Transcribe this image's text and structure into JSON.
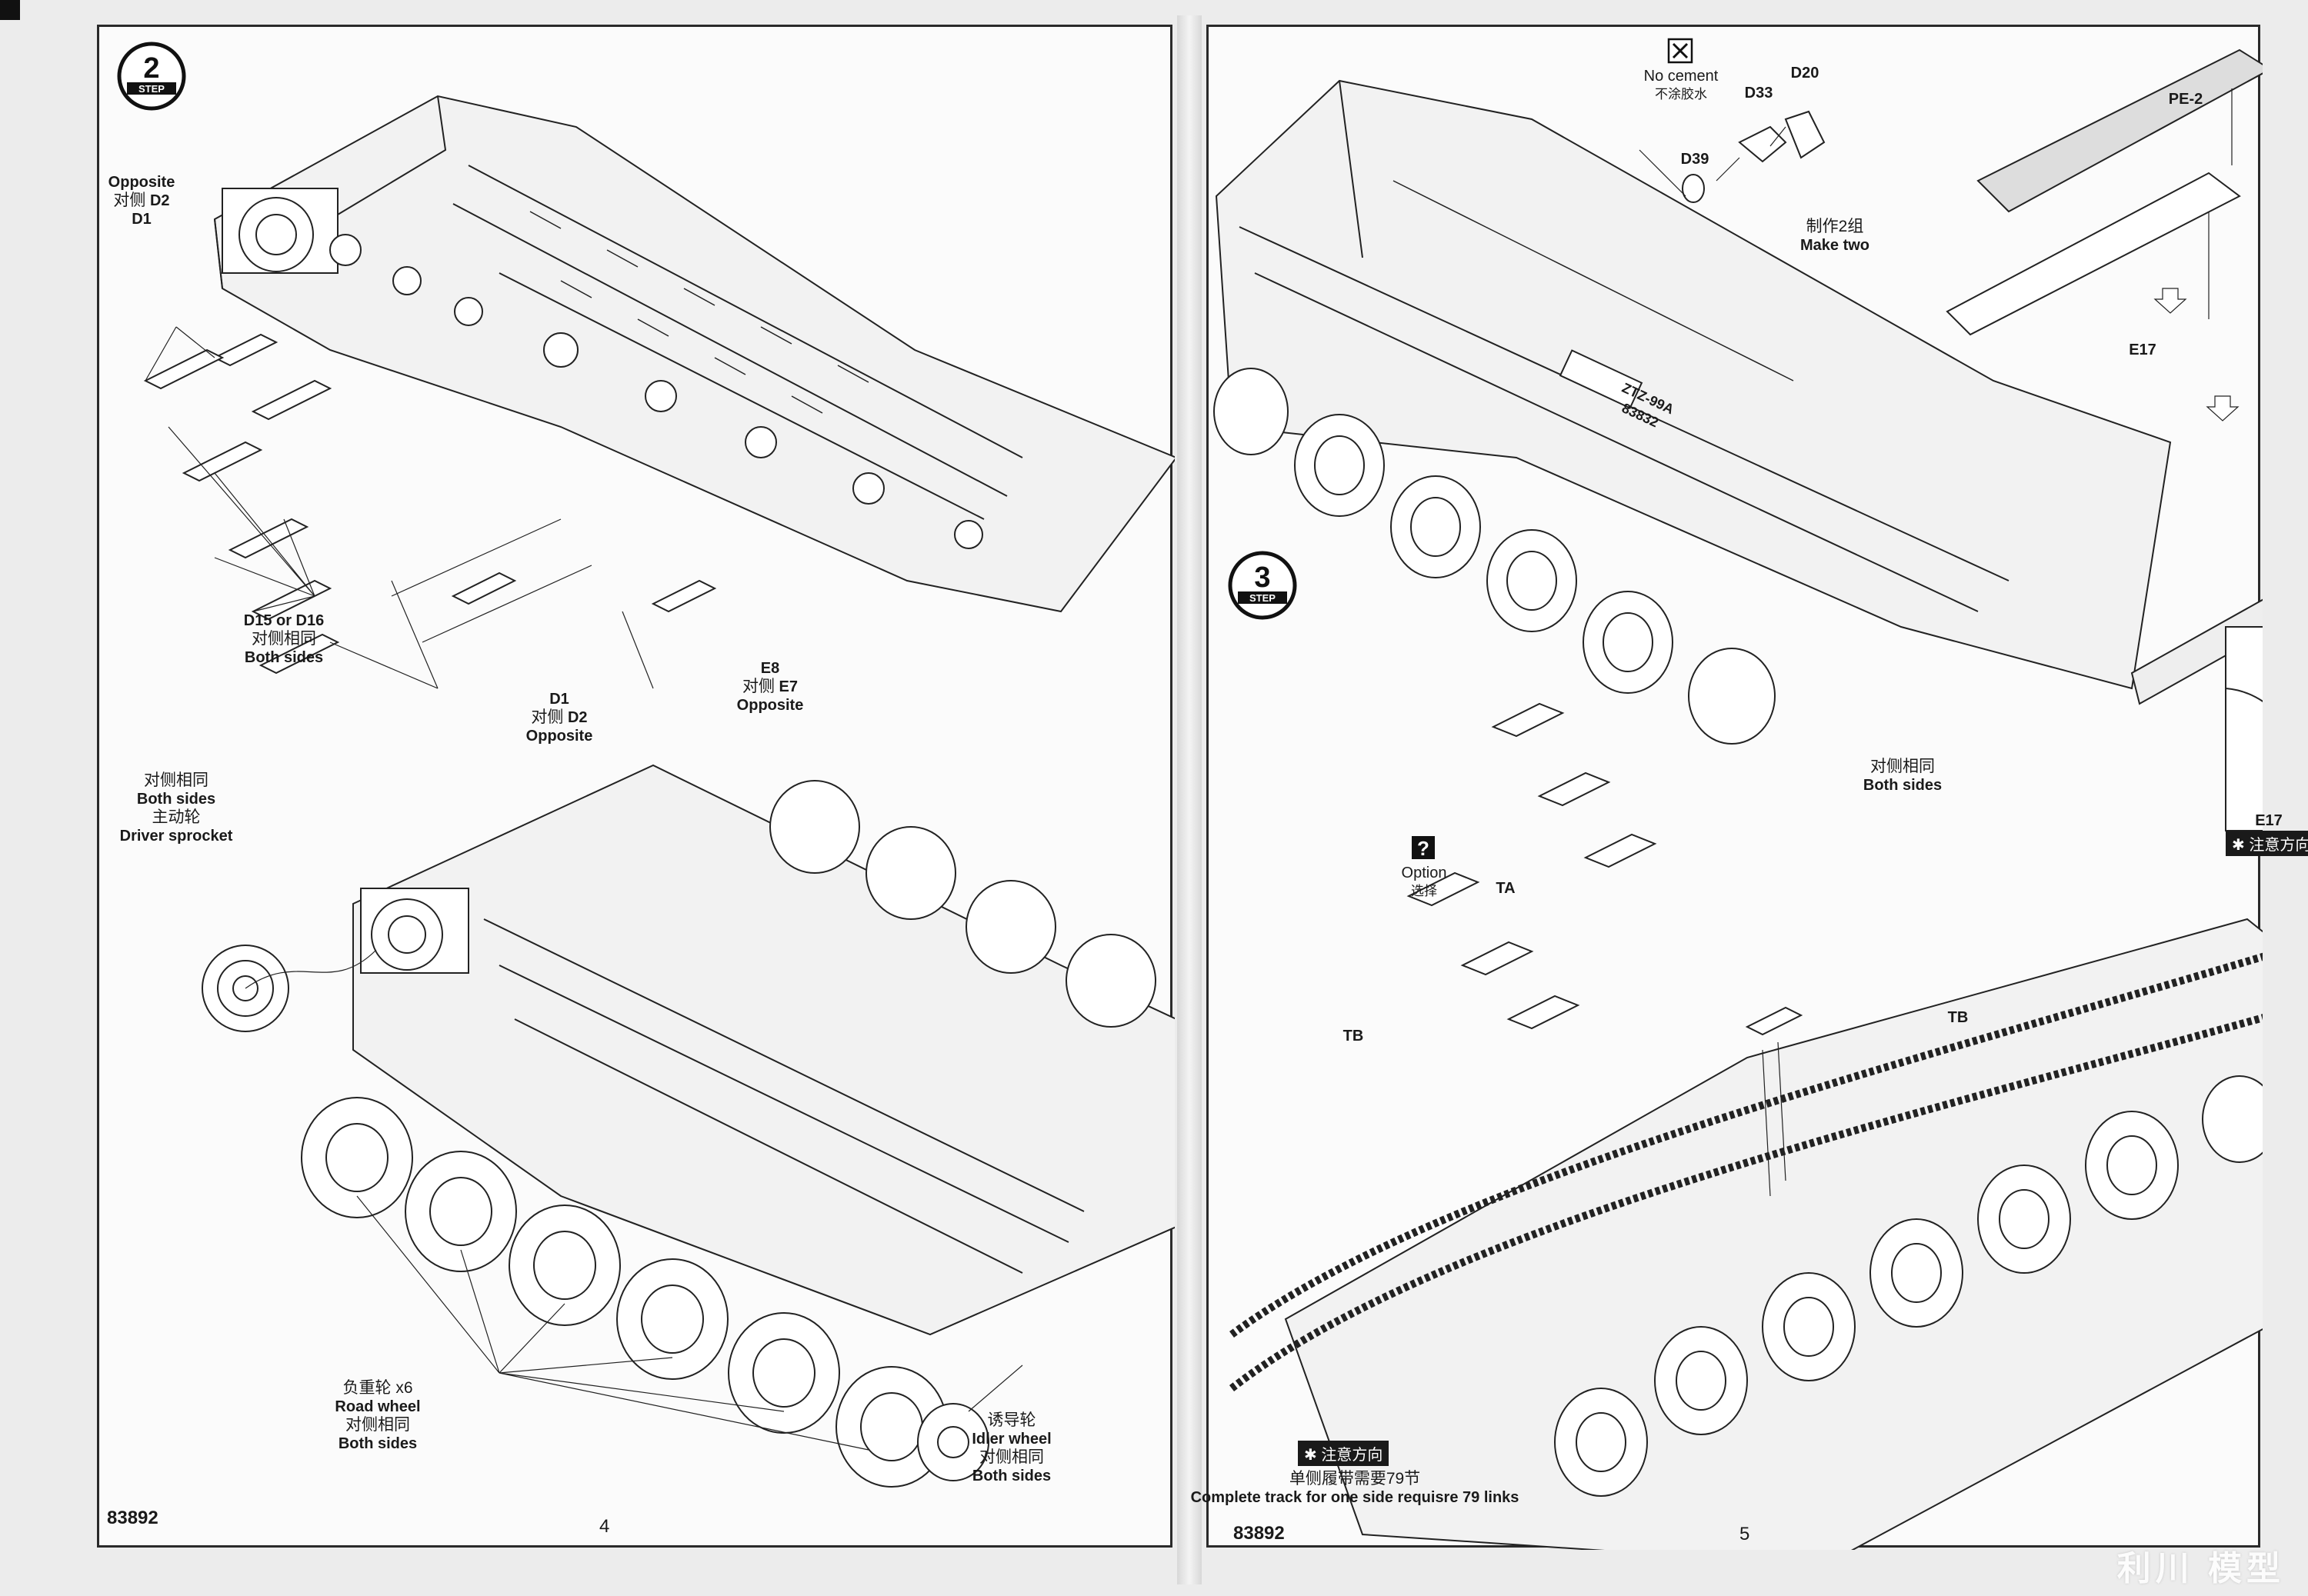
{
  "left_page": {
    "step_number": "2",
    "step_label": "STEP",
    "page_code": "83892",
    "page_number": "4",
    "callouts": {
      "opposite_d2": {
        "en": "Opposite",
        "zh": "对侧",
        "part": "D2",
        "part_b": "D1"
      },
      "d15_d16": {
        "part": "D15 or D16",
        "zh": "对侧相同",
        "en": "Both sides"
      },
      "d1_d2": {
        "part": "D1",
        "zh": "对侧",
        "part_b": "D2",
        "en": "Opposite"
      },
      "e8_e7": {
        "part": "E8",
        "zh": "对侧",
        "part_b": "E7",
        "en": "Opposite"
      },
      "driver_sprocket": {
        "zh1": "对侧相同",
        "en1": "Both sides",
        "zh2": "主动轮",
        "en2": "Driver sprocket"
      },
      "road_wheel": {
        "zh": "负重轮 x6",
        "en": "Road wheel",
        "zh2": "对侧相同",
        "en2": "Both sides"
      },
      "idler_wheel": {
        "zh": "诱导轮",
        "en": "Idler wheel",
        "zh2": "对侧相同",
        "en2": "Both sides"
      }
    }
  },
  "right_page": {
    "step_number": "3",
    "step_label": "STEP",
    "page_code": "83892",
    "page_number": "5",
    "callouts": {
      "no_cement": {
        "en": "No cement",
        "zh": "不涂胶水"
      },
      "d33": "D33",
      "d20": "D20",
      "d39": "D39",
      "make_two": {
        "zh": "制作2组",
        "en": "Make two"
      },
      "pe2": "PE-2",
      "e17": "E17",
      "both_sides": {
        "zh": "对侧相同",
        "en": "Both sides"
      },
      "detail_e17": "E17",
      "attention": "注意方向",
      "option": {
        "en": "Option",
        "zh": "选择"
      },
      "ta": "TA",
      "tb_left": "TB",
      "tb_right": "TB",
      "hull_marking_1": "ZTZ-99A",
      "hull_marking_2": "83832",
      "track_note": {
        "attention": "注意方向",
        "zh": "单侧履带需要79节",
        "en": "Complete  track for one side requisre 79 links"
      }
    }
  },
  "watermark": "利川 模型"
}
